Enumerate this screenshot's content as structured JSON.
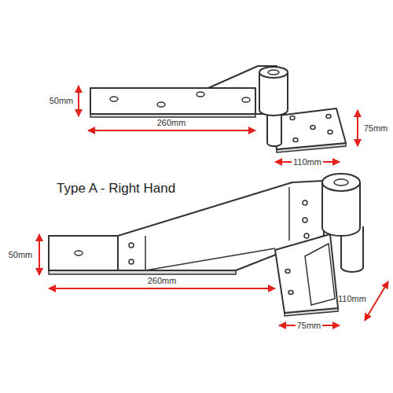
{
  "diagram": {
    "title": "Type A - Right Hand",
    "labels": [
      "50mm",
      "260mm",
      "75mm",
      "110mm",
      "50mm",
      "260mm",
      "110mm",
      "75mm"
    ]
  }
}
